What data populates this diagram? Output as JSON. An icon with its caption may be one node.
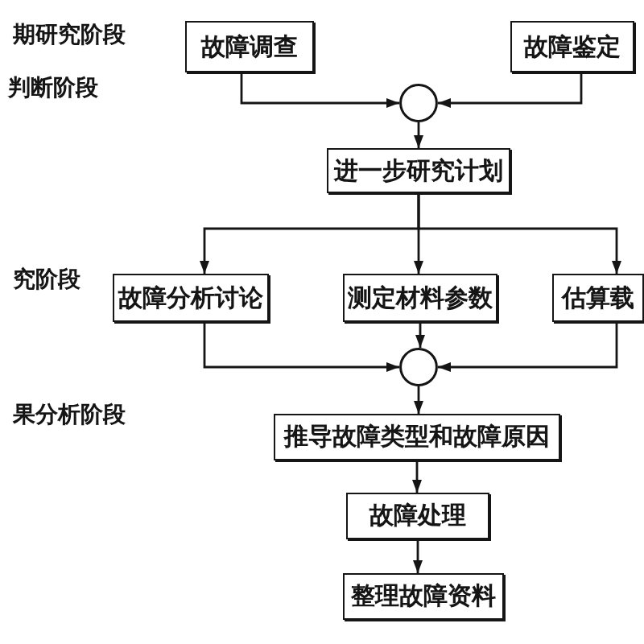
{
  "diagram": {
    "nodes": [
      {
        "text": [
          "故障调查"
        ]
      },
      {
        "text": [
          "故障鉴定"
        ]
      },
      {
        "text": [],
        "shape": "circle"
      },
      {
        "text": [
          "进一步研究计划"
        ]
      },
      {
        "text": [
          "故障分析讨论"
        ]
      },
      {
        "text": [
          "测定材料参数"
        ]
      },
      {
        "text": [
          "估算载"
        ]
      },
      {
        "text": [],
        "shape": "circle"
      },
      {
        "text": [
          "推导故障类型和故障原因"
        ]
      },
      {
        "text": [
          "故障处理"
        ]
      },
      {
        "text": [
          "整理故障资料"
        ]
      }
    ],
    "edges": [
      {
        "from": 0,
        "to": 2,
        "arrow": "to"
      },
      {
        "from": 1,
        "to": 2,
        "arrow": "to"
      },
      {
        "from": 2,
        "to": 3,
        "arrow": "to"
      },
      {
        "from": 3,
        "to": 4,
        "arrow": "to"
      },
      {
        "from": 3,
        "to": 5,
        "arrow": "to"
      },
      {
        "from": 3,
        "to": 6,
        "arrow": "to"
      },
      {
        "from": 4,
        "to": 7,
        "arrow": "to"
      },
      {
        "from": 5,
        "to": 7,
        "arrow": "to"
      },
      {
        "from": 6,
        "to": 7,
        "arrow": "to"
      },
      {
        "from": 7,
        "to": 8,
        "arrow": "to"
      },
      {
        "from": 8,
        "to": 9,
        "arrow": "to"
      },
      {
        "from": 9,
        "to": 10,
        "arrow": "to"
      }
    ],
    "labels": [
      "期研究阶段",
      "判断阶段",
      "究阶段",
      "果分析阶段"
    ]
  }
}
